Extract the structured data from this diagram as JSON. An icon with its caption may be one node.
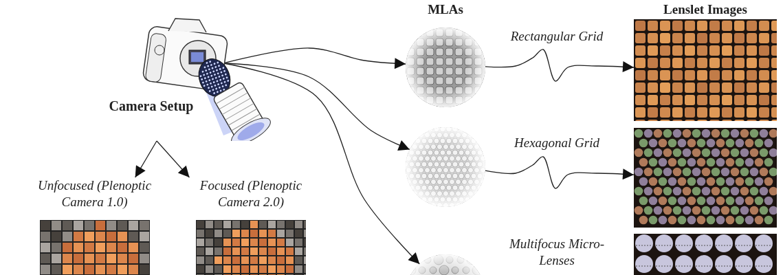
{
  "diagram": {
    "nodes": [
      {
        "text": [
          "Camera Setup"
        ]
      },
      {
        "text": [
          "Unfocused (Plenoptic Camera 1.0)"
        ]
      },
      {
        "text": [
          "Focused (Plenoptic Camera 2.0)"
        ]
      },
      {
        "text": [],
        "shape": "picture"
      },
      {
        "text": [],
        "shape": "picture"
      },
      {
        "text": [],
        "shape": "picture"
      },
      {
        "text": [],
        "shape": "picture"
      },
      {
        "text": [],
        "shape": "picture"
      },
      {
        "text": [],
        "shape": "picture"
      }
    ],
    "edges": [
      {
        "from": 0,
        "to": 1,
        "arrow": "to"
      },
      {
        "from": 0,
        "to": 2,
        "arrow": "to"
      },
      {
        "from": 0,
        "to": 3,
        "arrow": "to"
      },
      {
        "from": 0,
        "to": 4,
        "arrow": "to"
      },
      {
        "from": 0,
        "to": 5,
        "arrow": "to"
      },
      {
        "from": 3,
        "to": 6,
        "arrow": "to",
        "label": "Rectangular Grid"
      },
      {
        "from": 4,
        "to": 7,
        "arrow": "to",
        "label": "Hexagonal Grid"
      }
    ],
    "labels": [
      "MLAs",
      "Lenslet Images",
      "Multifocus Micro-Lenses"
    ]
  }
}
